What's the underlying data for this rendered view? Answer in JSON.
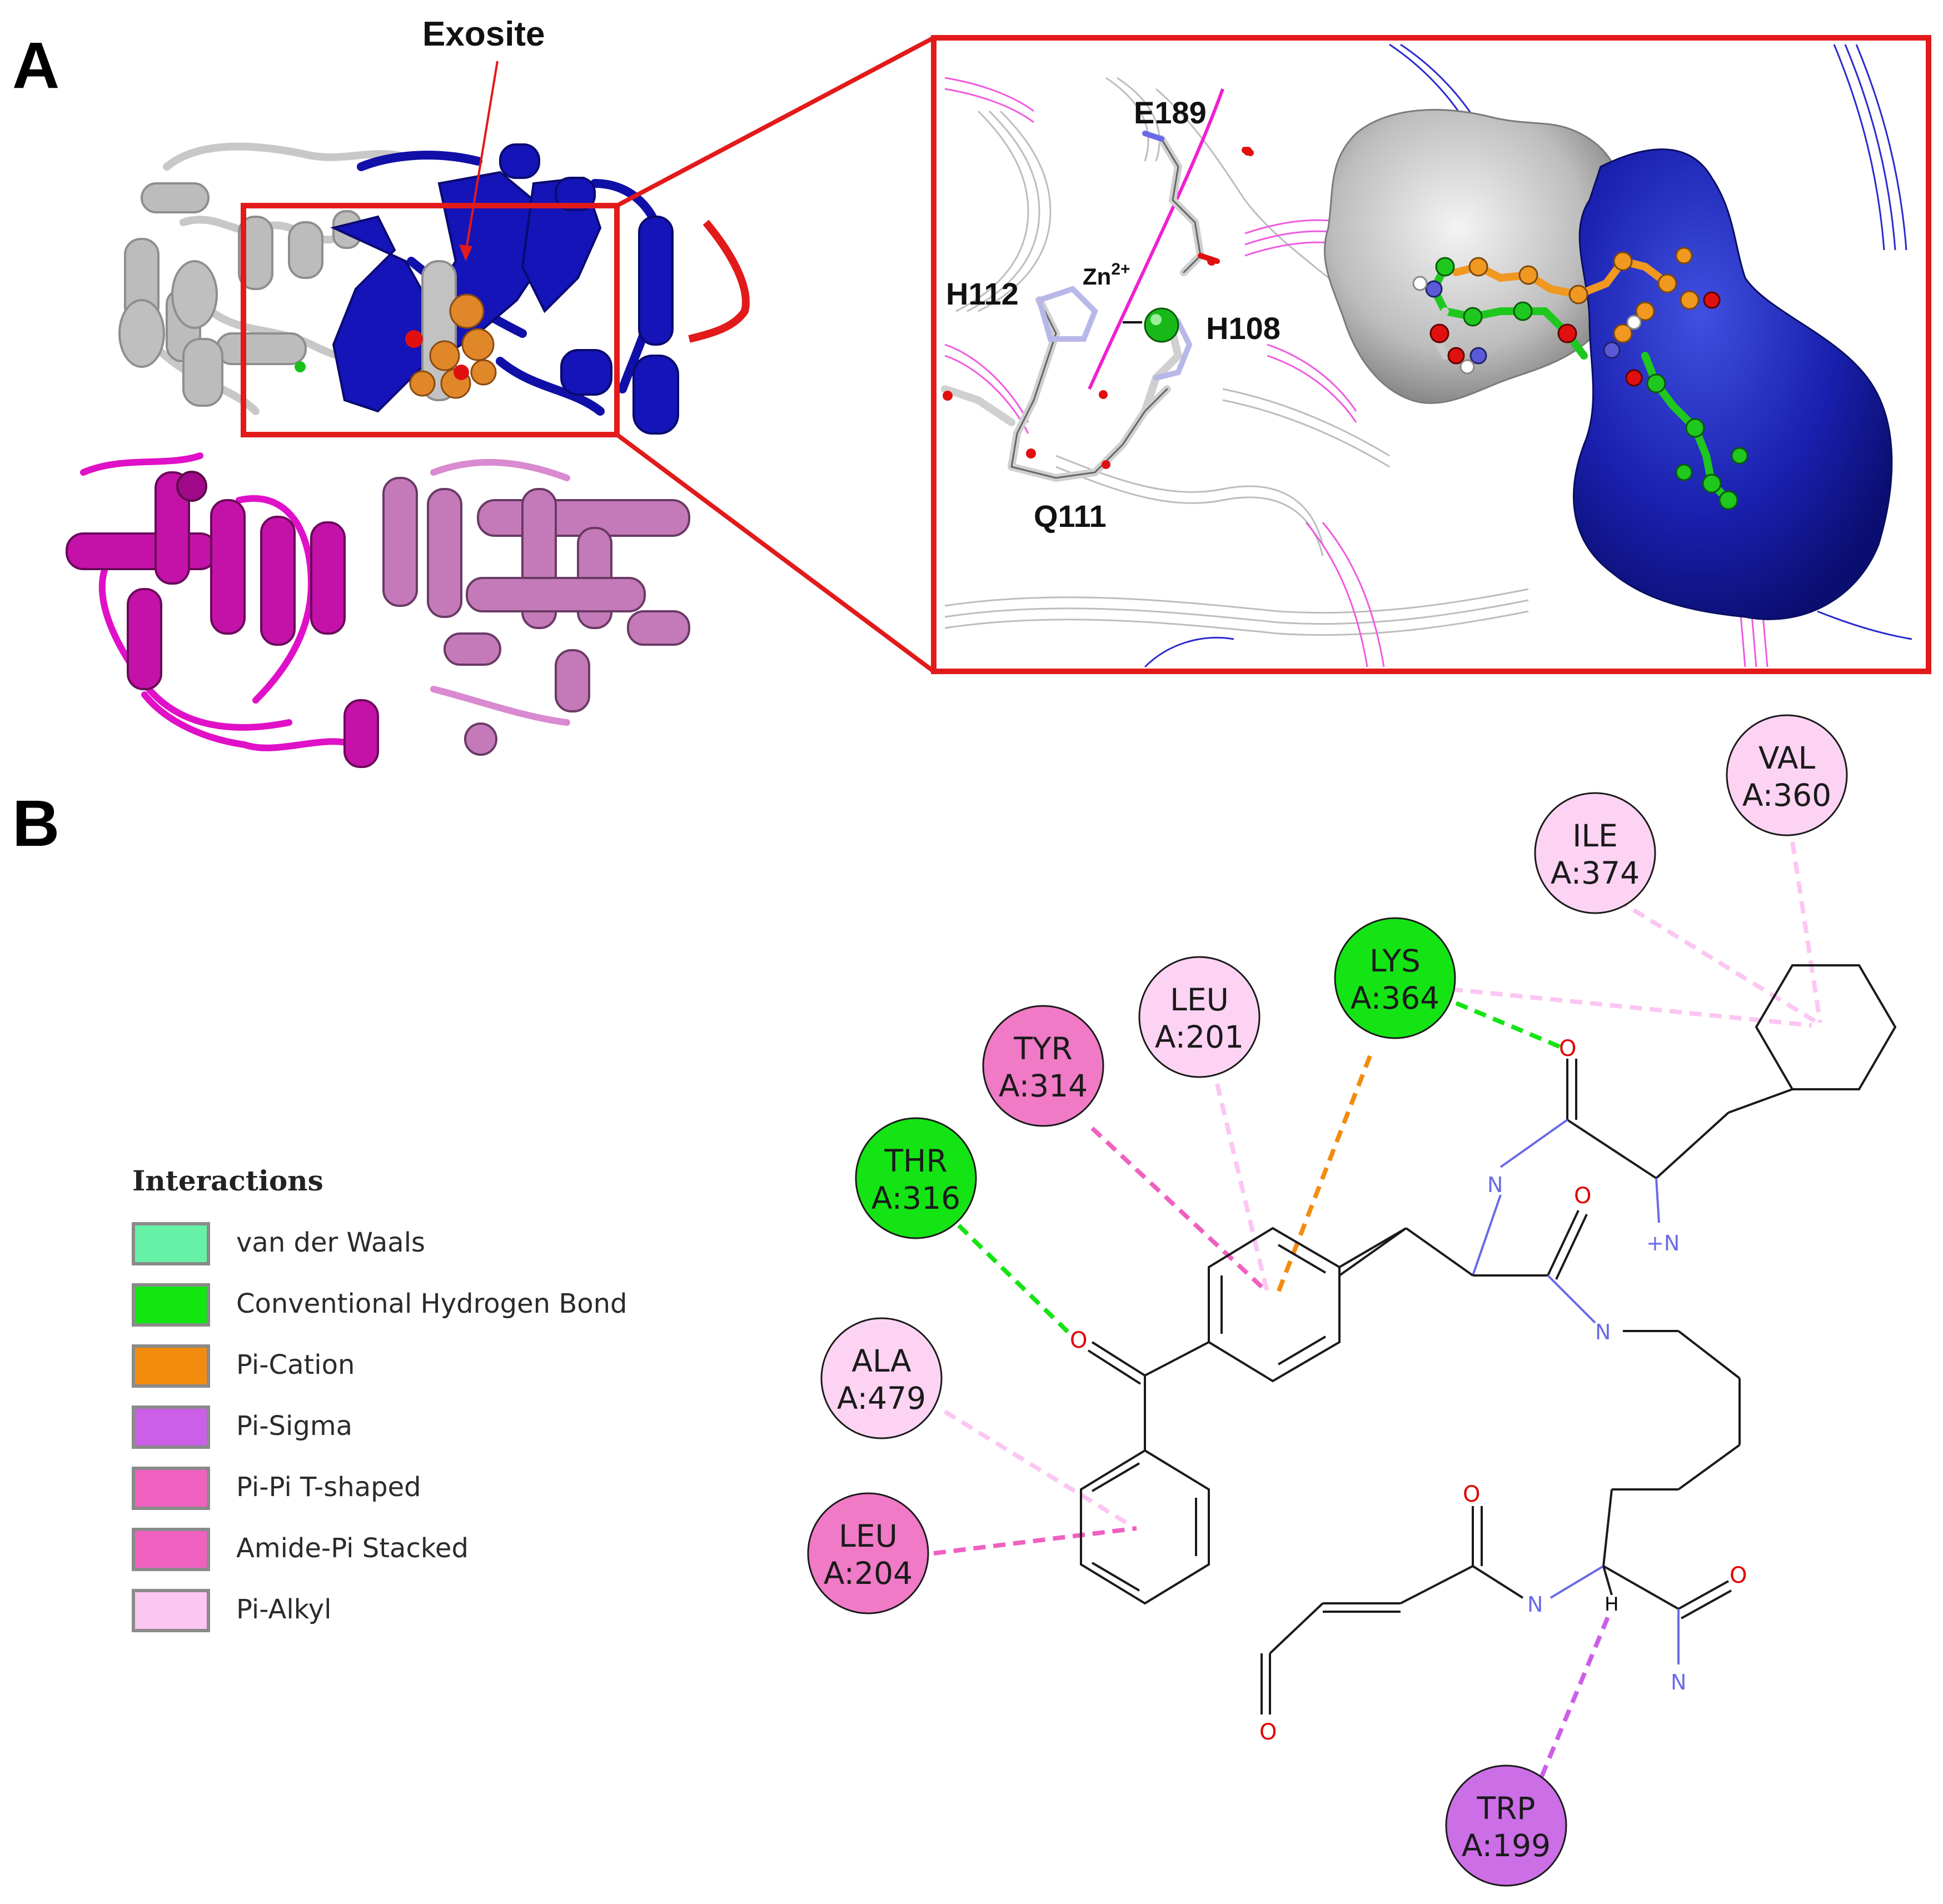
{
  "panel_a": {
    "letter": "A",
    "exosite_label": "Exosite",
    "residue_labels": {
      "e189": "E189",
      "h112": "H112",
      "zn": "Zn",
      "zn_charge": "2+",
      "h108": "H108",
      "q111": "Q111"
    }
  },
  "panel_b": {
    "letter": "B",
    "legend": {
      "title": "Interactions",
      "items": [
        {
          "label": "van der Waals",
          "color": "#66f2a6"
        },
        {
          "label": "Conventional Hydrogen Bond",
          "color": "#11e611"
        },
        {
          "label": "Pi-Cation",
          "color": "#f28c0f"
        },
        {
          "label": "Pi-Sigma",
          "color": "#cc5fe8"
        },
        {
          "label": "Pi-Pi T-shaped",
          "color": "#f060c0"
        },
        {
          "label": "Amide-Pi Stacked",
          "color": "#f060c0"
        },
        {
          "label": "Pi-Alkyl",
          "color": "#fcc6f2"
        }
      ]
    },
    "residues": [
      {
        "name": "VAL",
        "id": "A:360",
        "fill": "#fcd3f3"
      },
      {
        "name": "ILE",
        "id": "A:374",
        "fill": "#fcd3f3"
      },
      {
        "name": "LYS",
        "id": "A:364",
        "fill": "#14e414"
      },
      {
        "name": "LEU",
        "id": "A:201",
        "fill": "#fcd3f3"
      },
      {
        "name": "TYR",
        "id": "A:314",
        "fill": "#f07ac6"
      },
      {
        "name": "THR",
        "id": "A:316",
        "fill": "#14e414"
      },
      {
        "name": "ALA",
        "id": "A:479",
        "fill": "#fcd3f3"
      },
      {
        "name": "LEU",
        "id": "A:204",
        "fill": "#f07ac6"
      },
      {
        "name": "TRP",
        "id": "A:199",
        "fill": "#cc6ee6"
      }
    ],
    "atom_labels": {
      "o": "O",
      "n": "N",
      "n_plus": "+N",
      "h": "H"
    }
  }
}
